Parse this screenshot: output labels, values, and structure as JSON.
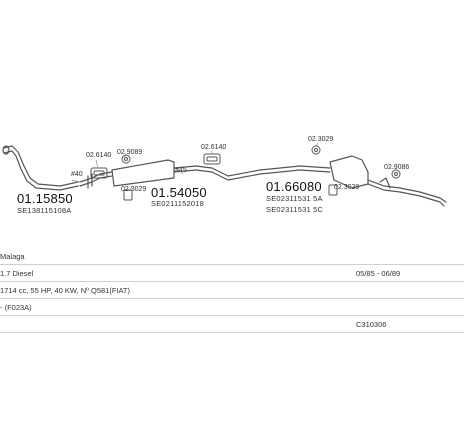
{
  "diagram": {
    "parts": [
      {
        "number": "01.15850",
        "ref": "SE138115108A"
      },
      {
        "number": "01.54050",
        "ref": "SE0211152018"
      },
      {
        "number": "01.66080",
        "ref": "SE02311531 5A",
        "ref2": "SE02311531 5C"
      }
    ],
    "small_labels": {
      "a": "02.6140",
      "b": "02.9089",
      "c": "#40",
      "d": "02.3029",
      "e": "#45",
      "f": "02.6140",
      "g": "02.3029",
      "h": "02.9086",
      "i": "02.3029"
    }
  },
  "info": {
    "rows": [
      {
        "left": "Malaga",
        "right": ""
      },
      {
        "left": "1.7 Diesel",
        "right": "05/85 - 06/89"
      },
      {
        "left": "1714 cc, 55 HP, 40 KW, Nº Q581(FIAT)",
        "right": ""
      },
      {
        "left": "- (F023A)",
        "right": ""
      },
      {
        "left": "",
        "right": "C310306"
      }
    ]
  }
}
